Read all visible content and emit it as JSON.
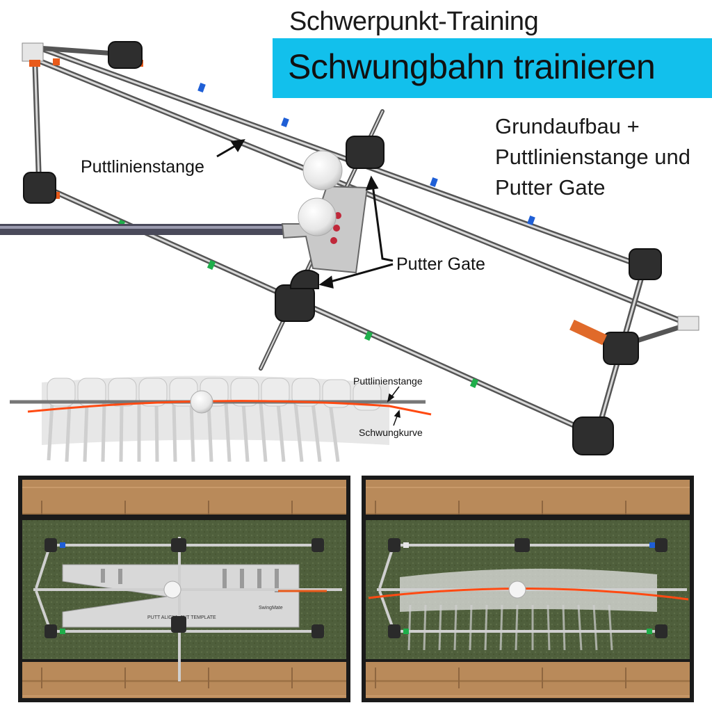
{
  "subtitle": "Schwerpunkt-Training",
  "banner_title": "Schwungbahn trainieren",
  "setup_description": [
    "Grundaufbau +",
    "Puttlinienstange und",
    "Putter Gate"
  ],
  "labels": {
    "putt_line_rod": "Puttlinienstange",
    "putter_gate": "Putter Gate"
  },
  "inset_labels": {
    "putt_line_rod": "Puttlinienstange",
    "swing_curve": "Schwungkurve"
  },
  "template": {
    "title": "PUTT ALIGNMENT TEMPLATE",
    "brand": "SwingMate"
  },
  "colors": {
    "banner": "#12c0ec",
    "marker_blue": "#1f5fd6",
    "marker_green": "#1fae4a",
    "marker_orange": "#e85a1a",
    "swing_curve": "#ff4a12",
    "mat_green": "#4f5f3c",
    "wood": "#b98a5a"
  }
}
